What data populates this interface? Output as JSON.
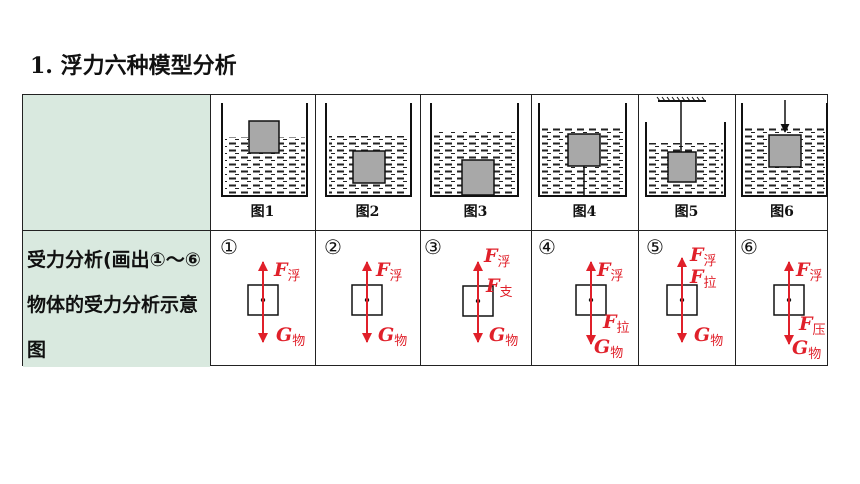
{
  "title": "1. 浮力六种模型分析",
  "row_label": "受力分析(画出①～⑥物体的受力分析示意图",
  "figures": [
    {
      "caption": "图1",
      "circled": "①",
      "forces": [
        "F",
        "浮",
        "G",
        "物"
      ]
    },
    {
      "caption": "图2",
      "circled": "②",
      "forces": [
        "F",
        "浮",
        "G",
        "物"
      ]
    },
    {
      "caption": "图3",
      "circled": "③",
      "forces": [
        "F",
        "浮",
        "F",
        "支",
        "G",
        "物"
      ]
    },
    {
      "caption": "图4",
      "circled": "④",
      "forces": [
        "F",
        "浮",
        "F",
        "拉",
        "G",
        "物"
      ]
    },
    {
      "caption": "图5",
      "circled": "⑤",
      "forces": [
        "F",
        "浮",
        "F",
        "拉",
        "G",
        "物"
      ]
    },
    {
      "caption": "图6",
      "circled": "⑥",
      "forces": [
        "F",
        "浮",
        "F",
        "压",
        "G",
        "物"
      ]
    }
  ],
  "colors": {
    "force": "#e0202a",
    "label_bg": "#d9e9df",
    "block": "#a8a8a8"
  }
}
